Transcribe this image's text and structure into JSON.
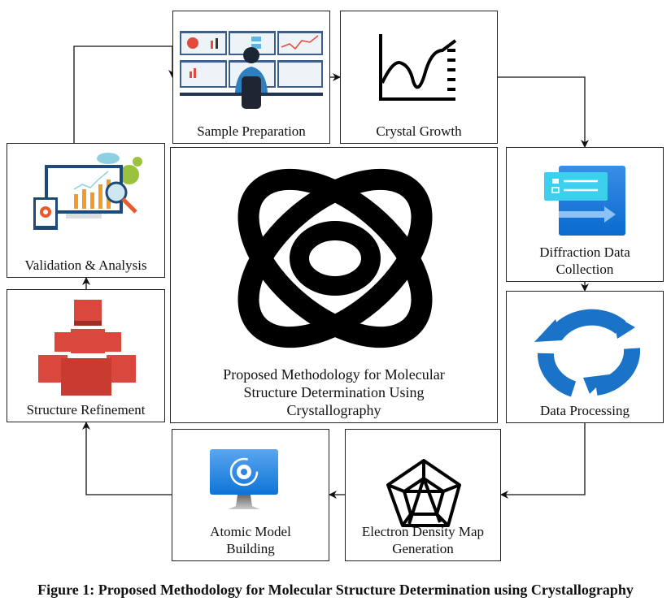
{
  "diagram": {
    "center": {
      "title": "Proposed Methodology for Molecular Structure Determination Using Crystallography",
      "lines": [
        "Proposed Methodology for Molecular",
        "Structure Determination Using",
        "Crystallography"
      ],
      "icon": "atom-icon"
    },
    "steps": [
      {
        "id": "sample-preparation",
        "label": "Sample Preparation",
        "icon": "monitors-analyst-icon"
      },
      {
        "id": "crystal-growth",
        "label": "Crystal Growth",
        "icon": "line-graph-icon"
      },
      {
        "id": "diffraction-data-collection",
        "label_lines": [
          "Diffraction Data",
          "Collection"
        ],
        "icon": "data-export-icon"
      },
      {
        "id": "data-processing",
        "label": "Data Processing",
        "icon": "cycle-arrows-icon"
      },
      {
        "id": "electron-density-map-generation",
        "label_lines": [
          "Electron Density Map",
          "Generation"
        ],
        "icon": "radar-pentagon-icon"
      },
      {
        "id": "atomic-model-building",
        "label_lines": [
          "Atomic Model",
          "Building"
        ],
        "icon": "monitor-gear-icon"
      },
      {
        "id": "structure-refinement",
        "label": "Structure Refinement",
        "icon": "stacked-cubes-icon"
      },
      {
        "id": "validation-analysis",
        "label": "Validation & Analysis",
        "icon": "analytics-dashboard-icon"
      }
    ],
    "flow": [
      "Sample Preparation",
      "Crystal Growth",
      "Diffraction Data Collection",
      "Data Processing",
      "Electron Density Map Generation",
      "Atomic Model Building",
      "Structure Refinement",
      "Validation & Analysis",
      "Sample Preparation"
    ],
    "colors": {
      "line": "#111111",
      "blue": "#1a73c7",
      "red": "#d9473d",
      "orange": "#f39a2b"
    }
  },
  "caption": "Figure 1: Proposed Methodology for Molecular Structure Determination using Crystallography"
}
